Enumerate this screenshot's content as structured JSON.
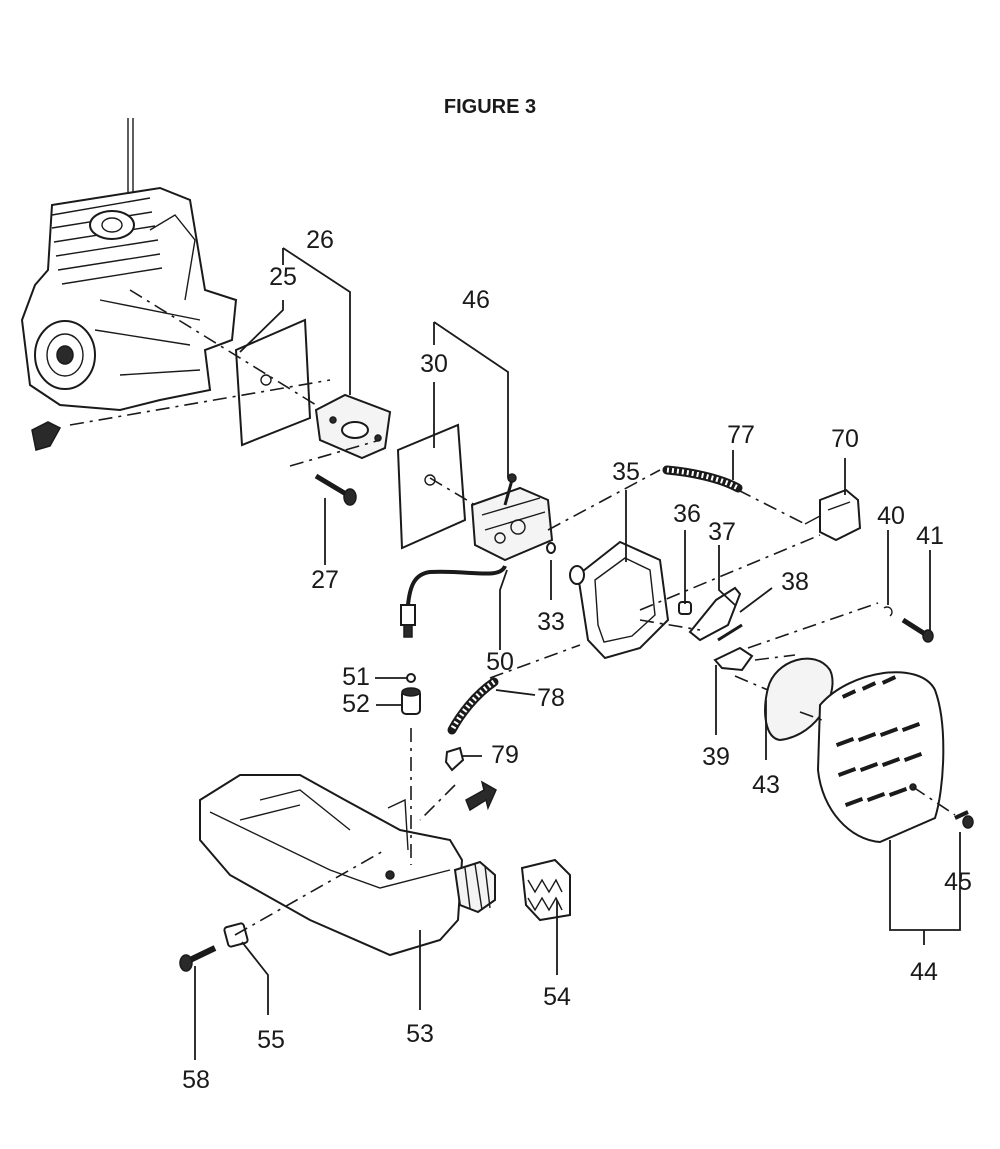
{
  "title": "FIGURE 3",
  "callouts": {
    "p25": "25",
    "p26": "26",
    "p27": "27",
    "p30": "30",
    "p33": "33",
    "p35": "35",
    "p36": "36",
    "p37": "37",
    "p38": "38",
    "p39": "39",
    "p40": "40",
    "p41": "41",
    "p43": "43",
    "p44": "44",
    "p45": "45",
    "p46": "46",
    "p50": "50",
    "p51": "51",
    "p52": "52",
    "p53": "53",
    "p54": "54",
    "p55": "55",
    "p58": "58",
    "p70": "70",
    "p77": "77",
    "p78": "78",
    "p79": "79"
  }
}
